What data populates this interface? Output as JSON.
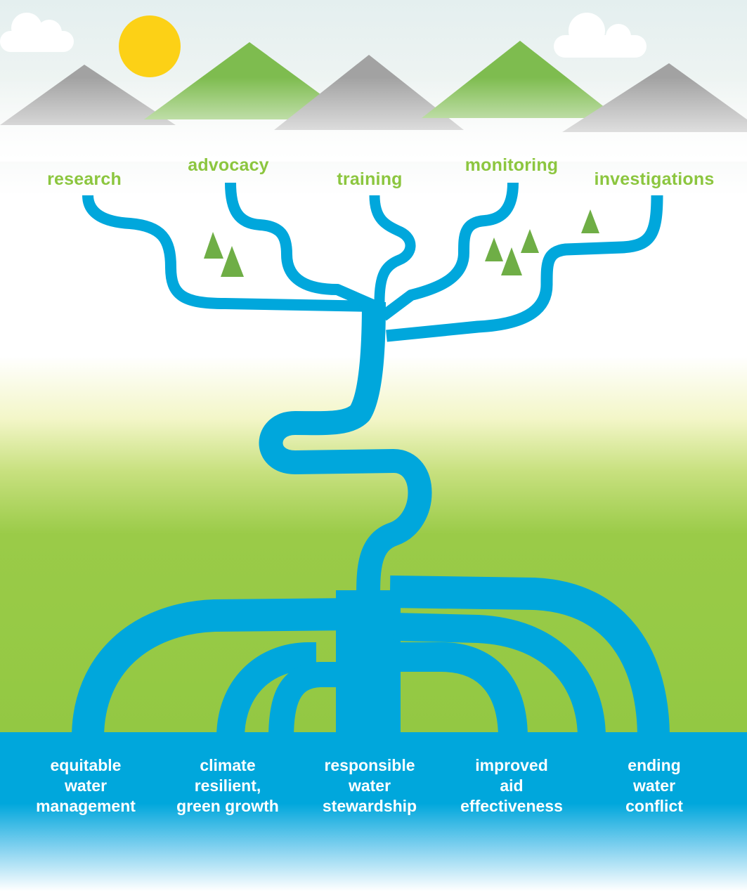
{
  "activities": [
    "research",
    "advocacy",
    "training",
    "monitoring",
    "investigations"
  ],
  "outcomes": [
    [
      "equitable",
      "water",
      "management"
    ],
    [
      "climate",
      "resilient,",
      "green growth"
    ],
    [
      "responsible",
      "water",
      "stewardship"
    ],
    [
      "improved",
      "aid",
      "effectiveness"
    ],
    [
      "ending",
      "water",
      "conflict"
    ]
  ],
  "colors": {
    "label_green": "#8cc63f",
    "water_blue": "#00a7dc",
    "grass_green": "#8dc63f",
    "sun_yellow": "#fcd116",
    "mountain_grey": "#9a9a9a",
    "mountain_green": "#79b84a"
  },
  "icons": [
    "sun-icon",
    "cloud-icon",
    "mountain-icon",
    "tree-icon"
  ]
}
